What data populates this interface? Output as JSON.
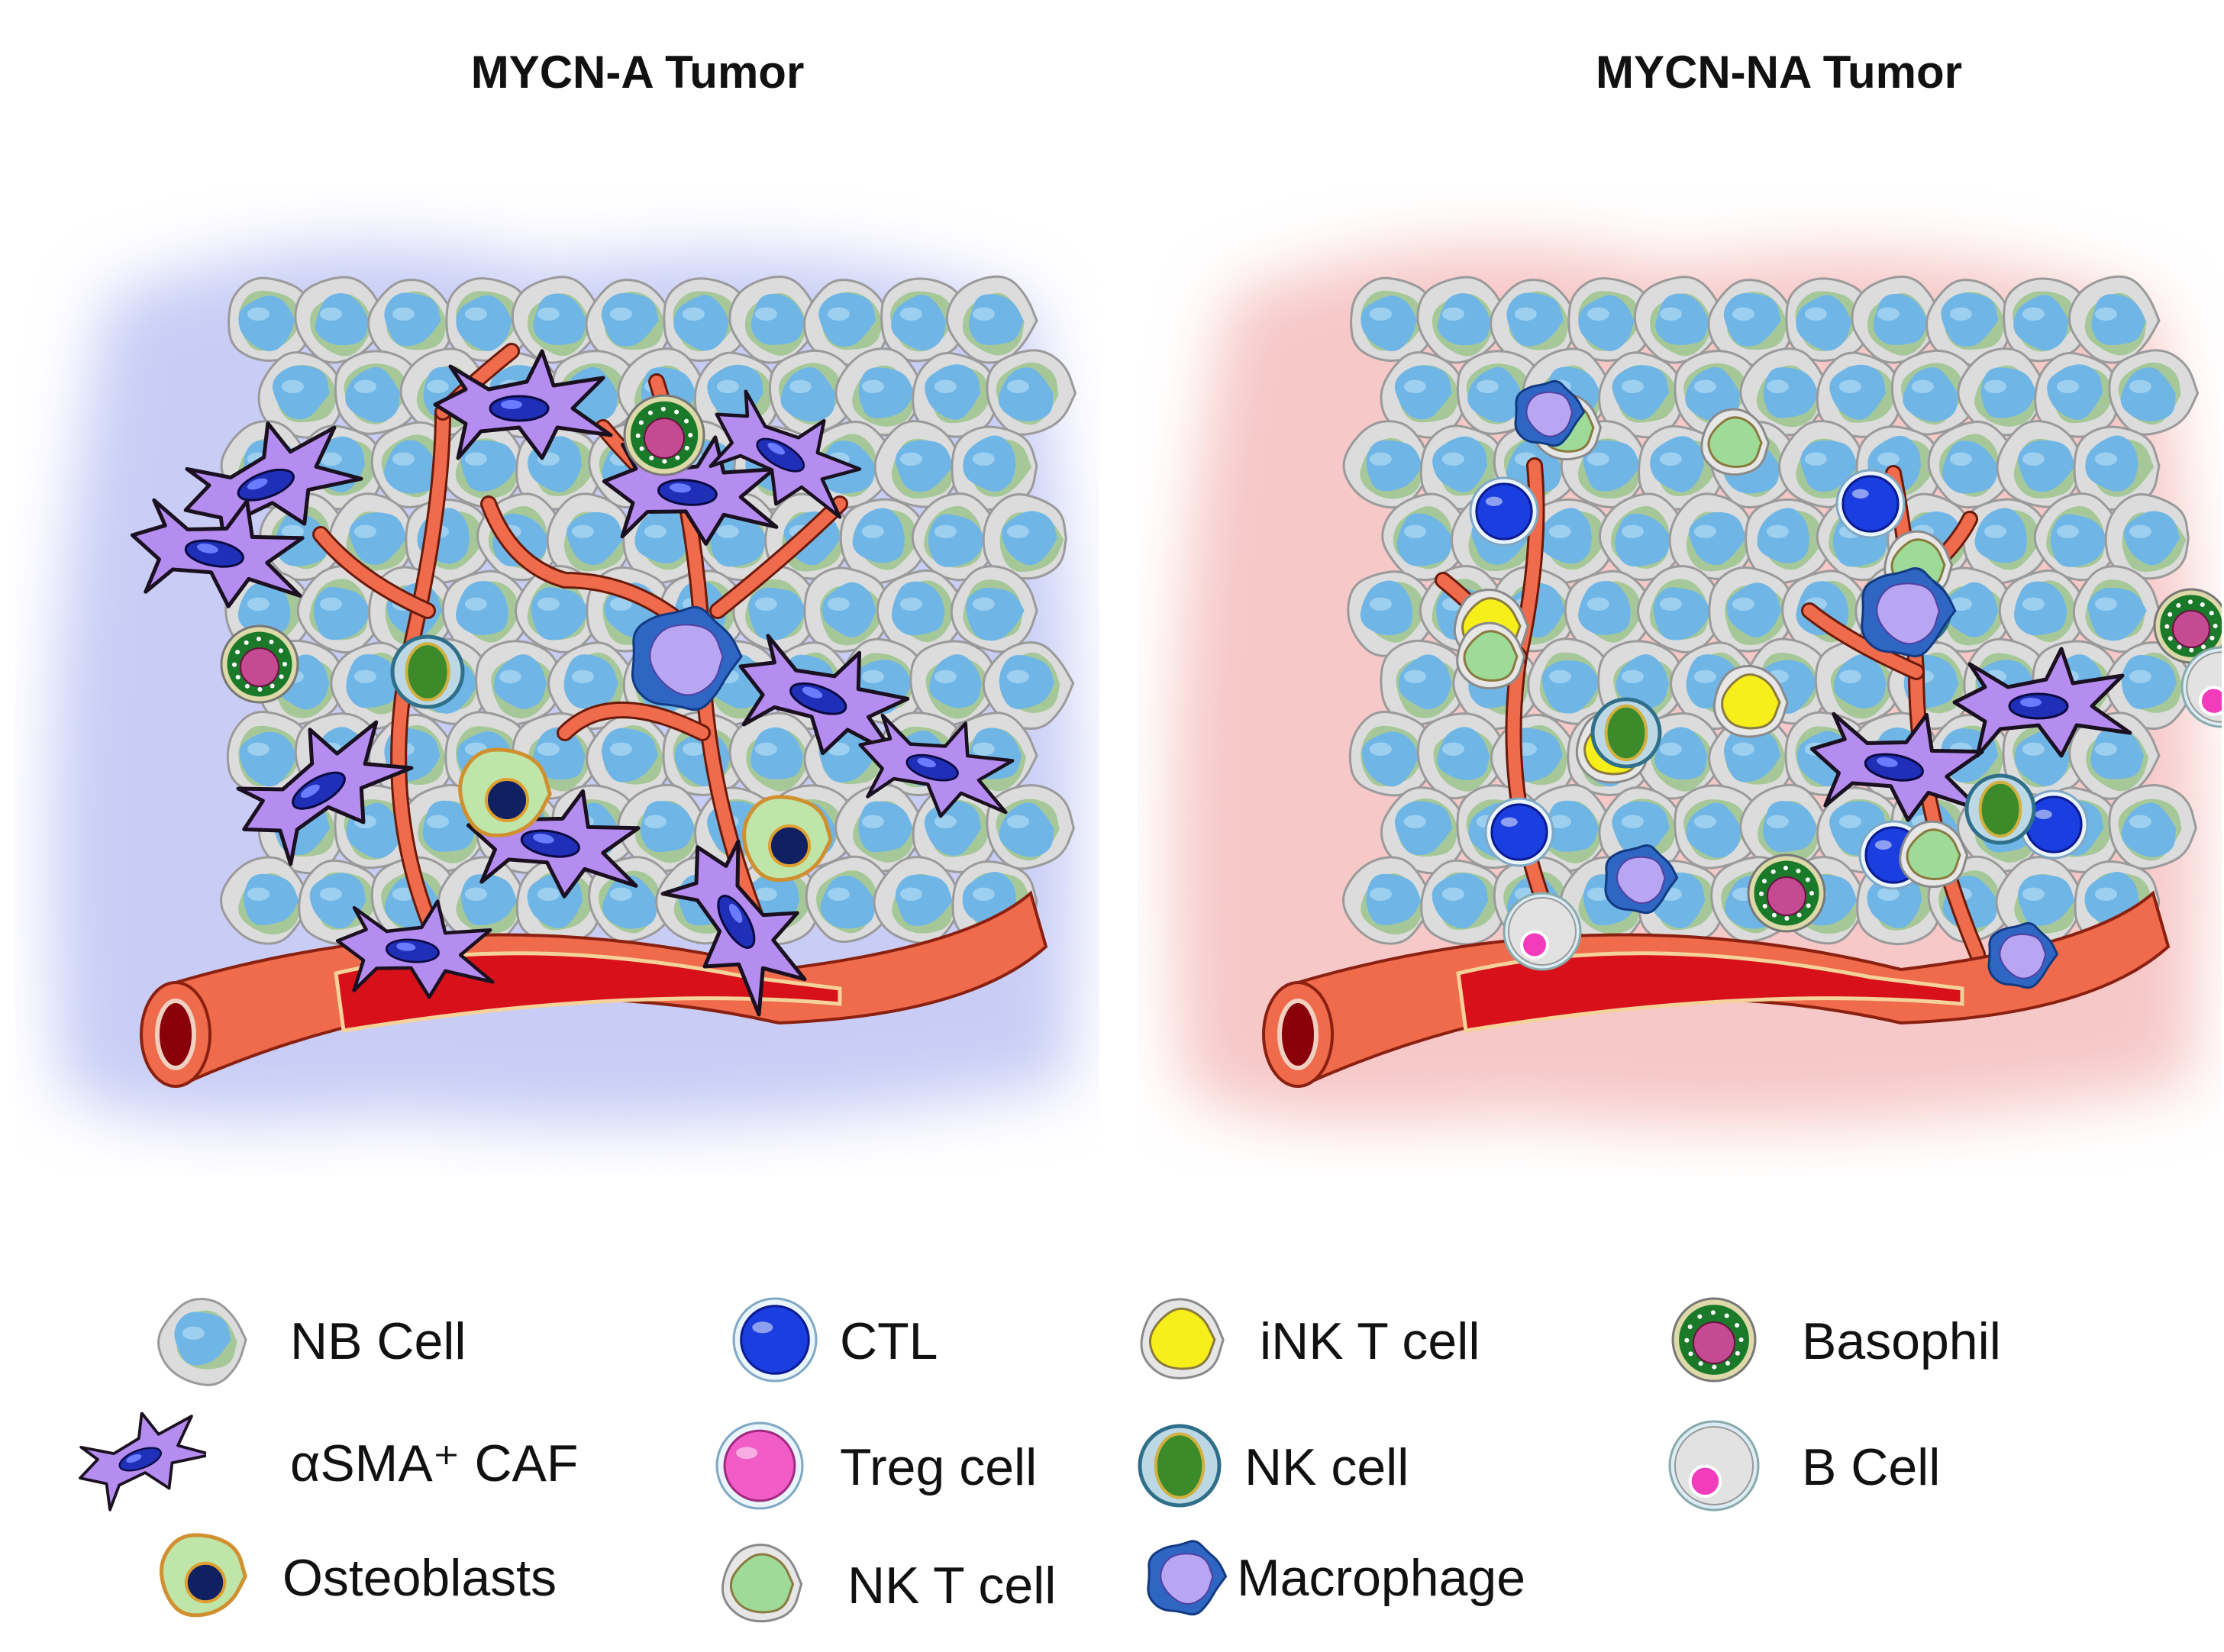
{
  "panels": {
    "left": {
      "title": "MYCN-A Tumor",
      "halo_color": "#c9cdf6"
    },
    "right": {
      "title": "MYCN-NA Tumor",
      "halo_color": "#f7c8c8"
    }
  },
  "legend": [
    {
      "key": "nb",
      "label": "NB Cell",
      "icon": "nb-cell-icon"
    },
    {
      "key": "caf",
      "label": "αSMA⁺ CAF",
      "icon": "caf-icon"
    },
    {
      "key": "osteo",
      "label": "Osteoblasts",
      "icon": "osteoblast-icon"
    },
    {
      "key": "ctl",
      "label": "CTL",
      "icon": "ctl-icon"
    },
    {
      "key": "treg",
      "label": "Treg cell",
      "icon": "treg-cell-icon"
    },
    {
      "key": "nkt",
      "label": "NK T cell",
      "icon": "nk-t-cell-icon"
    },
    {
      "key": "inkt",
      "label": "iNK T cell",
      "icon": "ink-t-cell-icon"
    },
    {
      "key": "nk",
      "label": "NK cell",
      "icon": "nk-cell-icon"
    },
    {
      "key": "macro",
      "label": "Macrophage",
      "icon": "macrophage-icon"
    },
    {
      "key": "baso",
      "label": "Basophil",
      "icon": "basophil-icon"
    },
    {
      "key": "bcell",
      "label": "B Cell",
      "icon": "b-cell-icon"
    }
  ],
  "colors": {
    "nb_body": "#dcdcdc",
    "nb_nucleus": "#6fb6e6",
    "nb_ring": "#8fbf7a",
    "caf_body": "#b58cf0",
    "caf_nucleus": "#1f2fb8",
    "vessel": "#f06a4c",
    "vessel_lumen": "#d8101a",
    "ctl": "#1a3ee0",
    "treg": "#f25cc6",
    "nkt": "#9edb98",
    "inkt": "#f6ef1a",
    "nk_outer": "#2f6f8a",
    "nk_inner": "#3c8a2a",
    "macrophage": "#b9a6f2",
    "basophil_ring": "#1a7a2a",
    "basophil_core": "#c44a92",
    "bcell": "#e2e2e2",
    "bcell_nucleus": "#f23cbc",
    "osteo_body": "#bfe6a8",
    "osteo_nucleus": "#102060"
  }
}
